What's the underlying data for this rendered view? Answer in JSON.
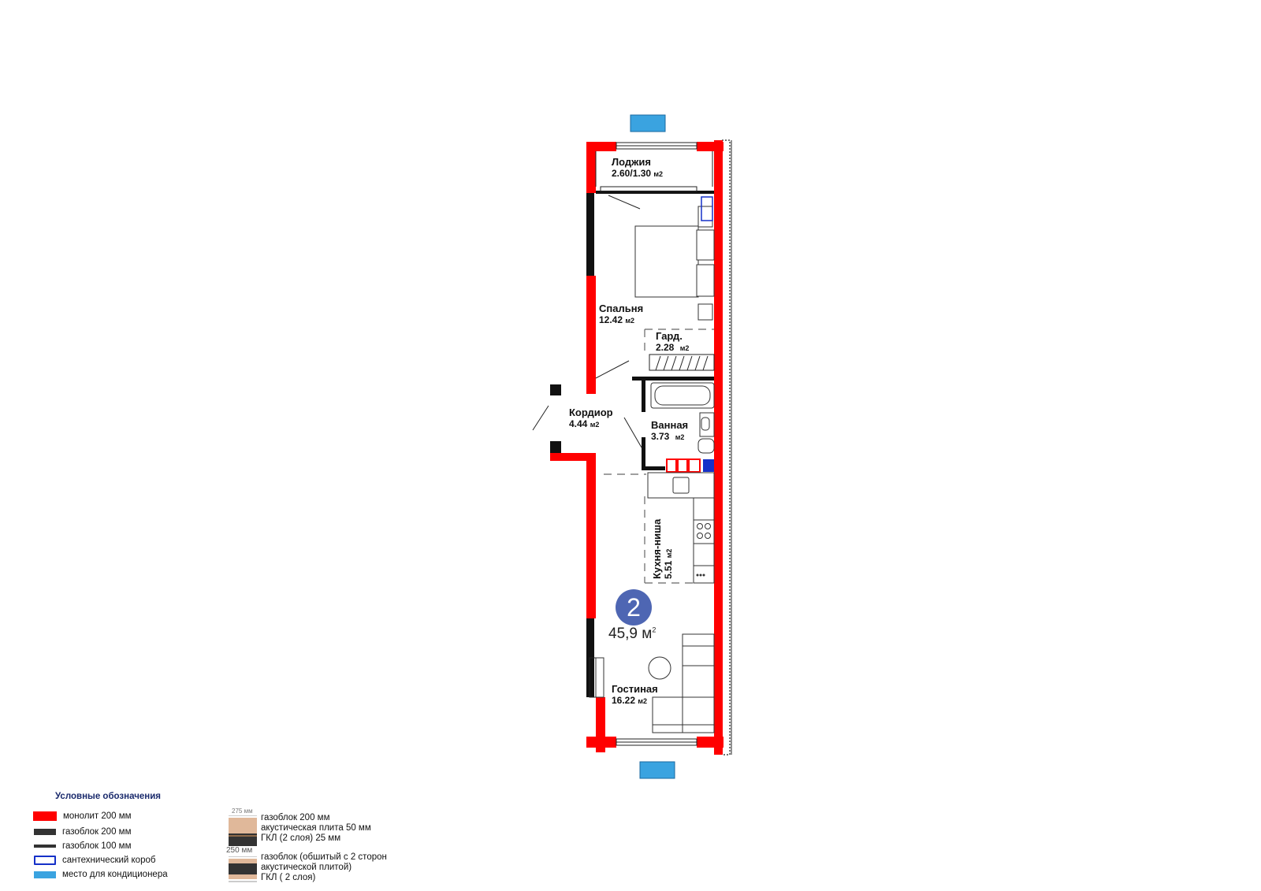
{
  "apartment": {
    "number": "2",
    "total_area": "45,9",
    "total_unit": "м",
    "total_unit_exp": "2"
  },
  "rooms": {
    "loggia": {
      "name": "Лоджия",
      "area": "2.60/1.30",
      "unit": "м2"
    },
    "bedroom": {
      "name": "Спальня",
      "area": "12.42",
      "unit": "м2"
    },
    "wardrobe": {
      "name": "Гард.",
      "area": "2.28",
      "unit": "м2"
    },
    "corridor": {
      "name": "Кордиор",
      "area": "4.44",
      "unit": "м2"
    },
    "bathroom": {
      "name": "Ванная",
      "area": "3.73",
      "unit": "м2"
    },
    "kitchen": {
      "name": "Кухня-ниша",
      "area": "5.51",
      "unit": "м2"
    },
    "living": {
      "name": "Гостиная",
      "area": "16.22",
      "unit": "м2"
    }
  },
  "legend": {
    "title": "Условные обозначения",
    "items": [
      {
        "label": "монолит 200 мм",
        "color": "#ff0000"
      },
      {
        "label": "газоблок 200 мм",
        "color": "#333333"
      },
      {
        "label": "газоблок 100 мм",
        "color": "#333333"
      },
      {
        "label": "сантехнический короб",
        "color": "#1530c8"
      },
      {
        "label": "место для кондиционера",
        "color": "#3aa3e0"
      }
    ],
    "wall_type_1": {
      "dimension": "275 мм",
      "lines": [
        "газоблок 200 мм",
        "акустическая плита 50 мм",
        "ГКЛ (2 слоя) 25 мм"
      ]
    },
    "wall_type_2": {
      "dimension": "250 мм",
      "lines": [
        "газоблок (обшитый с 2 сторон",
        "акустической плитой)",
        "ГКЛ ( 2 слоя)"
      ]
    }
  },
  "colors": {
    "monolith": "#ff0000",
    "gasblock": "#222222",
    "plumbing_box": "#1530c8",
    "ac_place": "#3aa3e0",
    "badge": "#4e66b3"
  }
}
